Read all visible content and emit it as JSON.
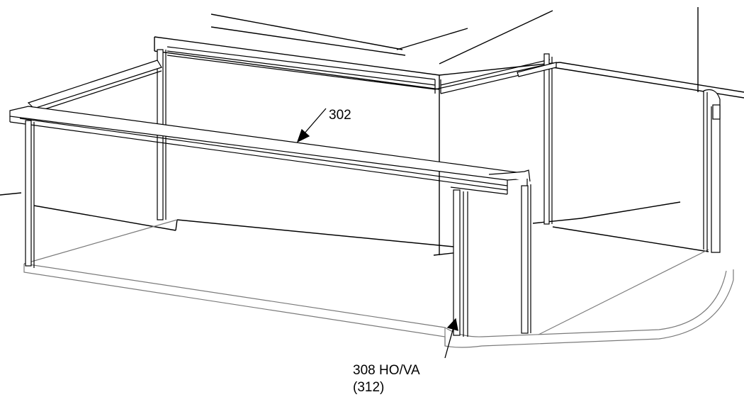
{
  "labels": {
    "top_ref": "302",
    "bottom_ref": "308 HO/VA",
    "bottom_ref_sub": "(312)"
  },
  "colors": {
    "line": "#000000",
    "floor_line": "#7a7a7a",
    "background": "#ffffff"
  }
}
